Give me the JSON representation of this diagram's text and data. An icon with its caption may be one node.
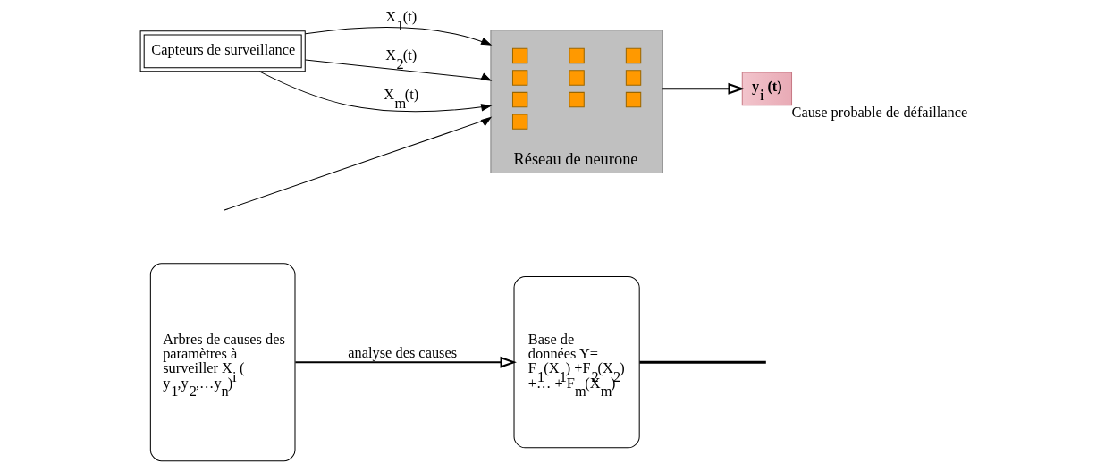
{
  "diagram": {
    "nodes": [
      {
        "text": [
          "Arbres de causes des paramètres à surveiller X$_{i}$ ( y$_{1}$,y$_{2}$,…y$_{n}$)"
        ]
      },
      {
        "text": [
          "Base de données Y= F$_{1}$(X$_{1}$) +F$_{2}$(X$_{2}$) +… + F$_{m}$(X$_{m}$)"
        ]
      },
      {
        "text": [
          "Capteurs de surveillance"
        ]
      },
      {
        "text": [
          "Réseau de neurone"
        ]
      },
      {
        "text": [],
        "shape": "picture",
        "in": 3
      },
      {
        "text": [
          "y$_{i}$ (t)"
        ],
        "beside": [
          "Cause probable de défaillance"
        ]
      }
    ],
    "edges": [
      {
        "from": 0,
        "to": 1,
        "arrow": "to",
        "label": "analyse des causes"
      },
      {
        "from": 2,
        "to": 3,
        "arrow": "to",
        "label": "X$_{1}$(t)"
      },
      {
        "from": 2,
        "to": 3,
        "arrow": "to",
        "label": "X$_{2}$(t)"
      },
      {
        "from": 2,
        "to": 3,
        "arrow": "to",
        "label": "X$_{m}$(t)"
      },
      {
        "from": 3,
        "to": 5,
        "arrow": "to"
      },
      {
        "from": 1,
        "to": null,
        "arrow": "none",
        "style": "thick"
      },
      {
        "from": null,
        "to": 3,
        "arrow": "to"
      }
    ]
  }
}
